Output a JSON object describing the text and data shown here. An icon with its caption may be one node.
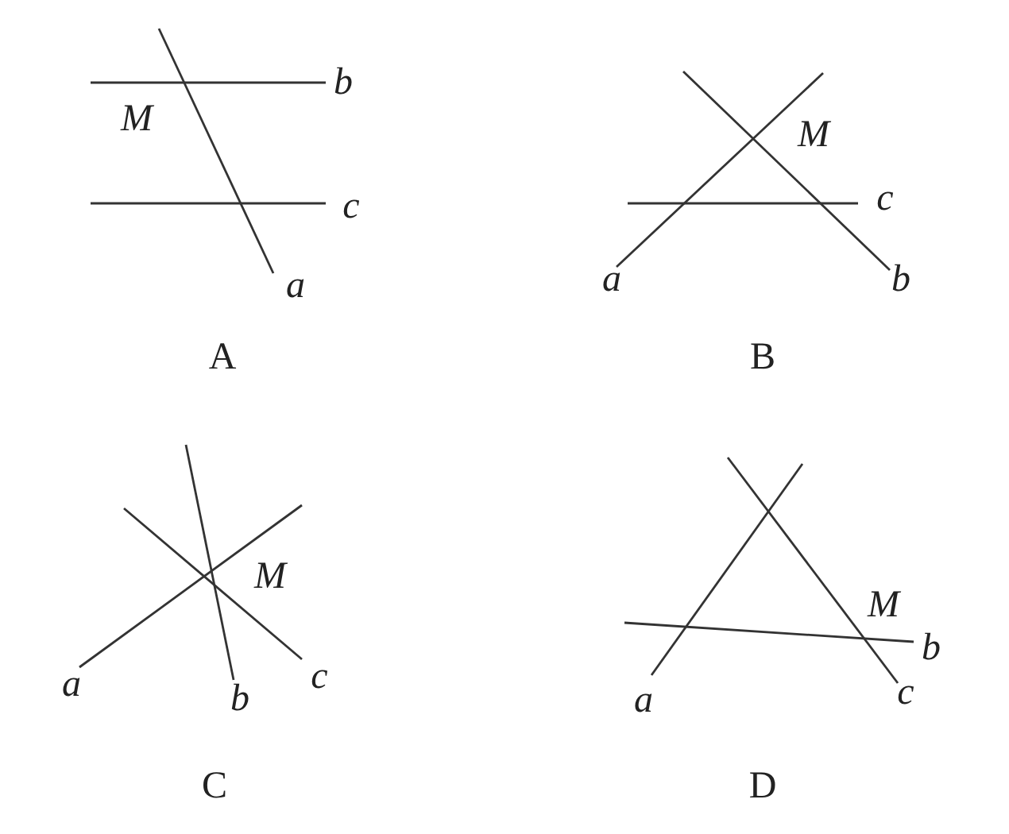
{
  "diagram": {
    "labels": [
      "b",
      "M",
      "c",
      "a",
      "A",
      "M",
      "c",
      "a",
      "b",
      "B",
      "M",
      "a",
      "b",
      "c",
      "C",
      "M",
      "b",
      "a",
      "c",
      "D"
    ]
  }
}
